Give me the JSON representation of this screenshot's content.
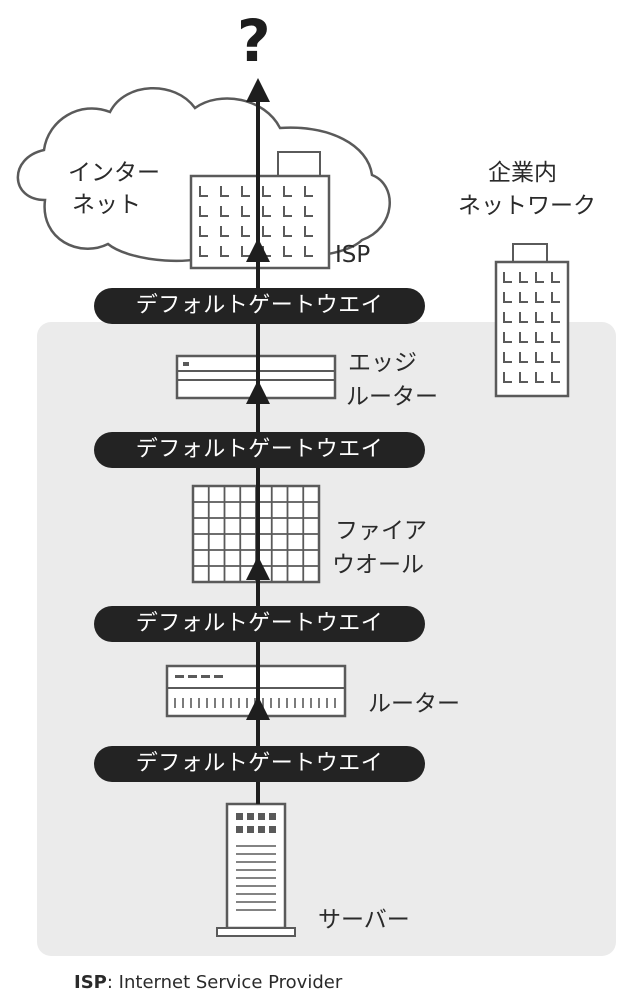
{
  "question_mark": "?",
  "internet_label": [
    "インター",
    "ネット"
  ],
  "isp_label": "ISP",
  "corporate_label": [
    "企業内",
    "ネットワーク"
  ],
  "gateway_label": "デフォルトゲートウエイ",
  "edge_router_label": [
    "エッジ",
    "ルーター"
  ],
  "firewall_label": [
    "ファイア",
    "ウオール"
  ],
  "router_label": "ルーター",
  "server_label": "サーバー",
  "footnote": {
    "abbr": "ISP",
    "separator": ":",
    "text": "Internet Service Provider"
  },
  "colors": {
    "panel": "#ebebeb",
    "pill": "#232323",
    "line": "#1e1e1e",
    "outline": "#555555"
  }
}
